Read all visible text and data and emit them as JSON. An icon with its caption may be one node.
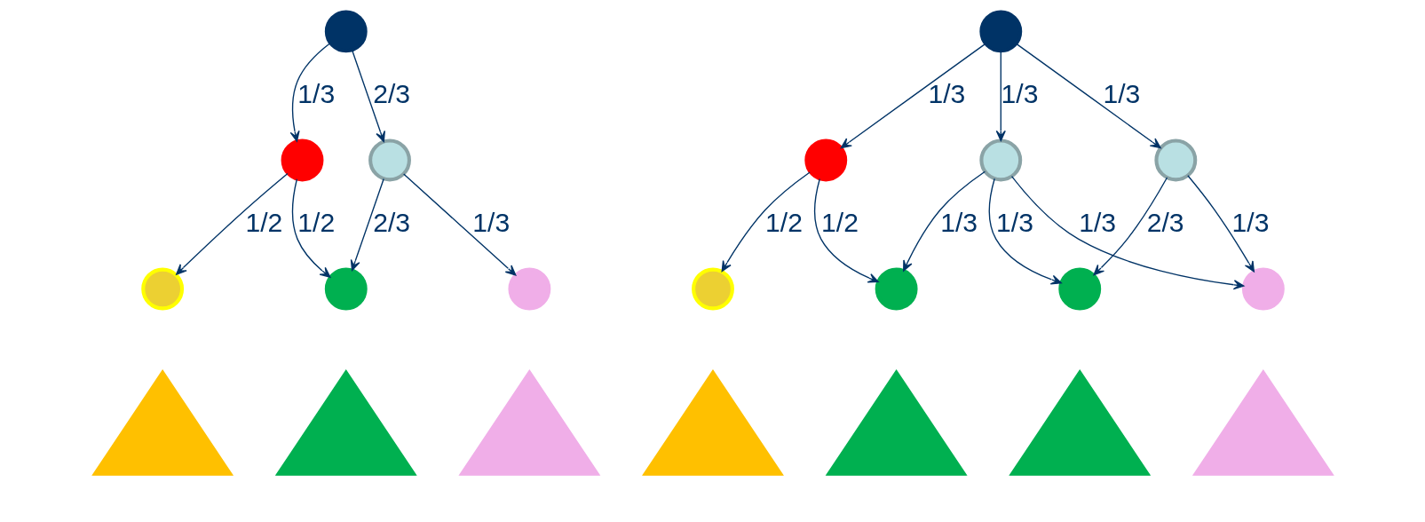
{
  "diagram": {
    "nodes": [
      {
        "text": [],
        "shape": "circle"
      },
      {
        "text": [],
        "shape": "circle"
      },
      {
        "text": [],
        "shape": "circle"
      },
      {
        "text": [],
        "shape": "circle"
      },
      {
        "text": [],
        "shape": "circle"
      },
      {
        "text": [],
        "shape": "circle"
      },
      {
        "text": [],
        "shape": "triangle"
      },
      {
        "text": [],
        "shape": "triangle"
      },
      {
        "text": [],
        "shape": "triangle"
      },
      {
        "text": [],
        "shape": "circle"
      },
      {
        "text": [],
        "shape": "circle"
      },
      {
        "text": [],
        "shape": "circle"
      },
      {
        "text": [],
        "shape": "circle"
      },
      {
        "text": [],
        "shape": "circle"
      },
      {
        "text": [],
        "shape": "circle"
      },
      {
        "text": [],
        "shape": "circle"
      },
      {
        "text": [],
        "shape": "circle"
      },
      {
        "text": [],
        "shape": "triangle"
      },
      {
        "text": [],
        "shape": "triangle"
      },
      {
        "text": [],
        "shape": "triangle"
      },
      {
        "text": [],
        "shape": "triangle"
      }
    ],
    "edges": [
      {
        "from": 0,
        "to": 1,
        "arrow": "to",
        "label": "1/3"
      },
      {
        "from": 0,
        "to": 2,
        "arrow": "to",
        "label": "2/3"
      },
      {
        "from": 1,
        "to": 3,
        "arrow": "to",
        "label": "1/2"
      },
      {
        "from": 1,
        "to": 4,
        "arrow": "to",
        "label": "1/2"
      },
      {
        "from": 2,
        "to": 4,
        "arrow": "to",
        "label": "2/3"
      },
      {
        "from": 2,
        "to": 5,
        "arrow": "to",
        "label": "1/3"
      },
      {
        "from": 9,
        "to": 10,
        "arrow": "to",
        "label": "1/3"
      },
      {
        "from": 9,
        "to": 11,
        "arrow": "to",
        "label": "1/3"
      },
      {
        "from": 9,
        "to": 12,
        "arrow": "to",
        "label": "1/3"
      },
      {
        "from": 10,
        "to": 13,
        "arrow": "to",
        "label": "1/2"
      },
      {
        "from": 10,
        "to": 14,
        "arrow": "to",
        "label": "1/2"
      },
      {
        "from": 11,
        "to": 14,
        "arrow": "to",
        "label": "1/3"
      },
      {
        "from": 11,
        "to": 15,
        "arrow": "to",
        "label": "1/3"
      },
      {
        "from": 11,
        "to": 16,
        "arrow": "to",
        "label": "1/3"
      },
      {
        "from": 12,
        "to": 15,
        "arrow": "to",
        "label": "2/3"
      },
      {
        "from": 12,
        "to": 16,
        "arrow": "to",
        "label": "1/3"
      }
    ]
  }
}
